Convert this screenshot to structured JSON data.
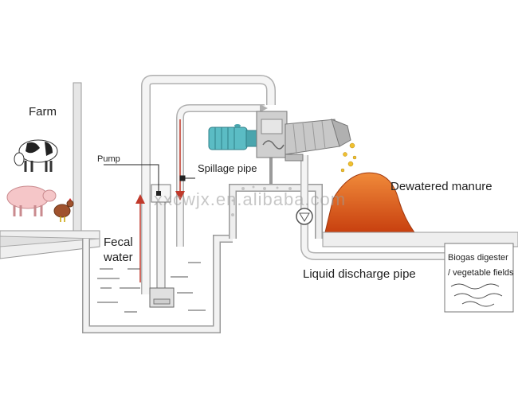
{
  "labels": {
    "farm": "Farm",
    "pump": "Pump",
    "spillage_pipe": "Spillage pipe",
    "fecal_water_line1": "Fecal",
    "fecal_water_line2": "water",
    "dewatered_manure": "Dewatered manure",
    "liquid_discharge_pipe": "Liquid discharge pipe",
    "biogas_line1": "Biogas digester",
    "biogas_line2": "/ vegetable fields"
  },
  "watermark": "xxcwjx.en.alibaba.com",
  "colors": {
    "pipe": "#e8e8e8",
    "pipe_outline": "#b0b0b0",
    "flow_arrow": "#c0392b",
    "manure": "#e05a1a",
    "motor": "#5bbcc4",
    "separator": "#b8b8b8"
  },
  "icons": [
    "cow-icon",
    "pig-icon",
    "chicken-icon",
    "motor-icon",
    "screw-press-icon",
    "pump-icon",
    "flow-meter-icon"
  ]
}
